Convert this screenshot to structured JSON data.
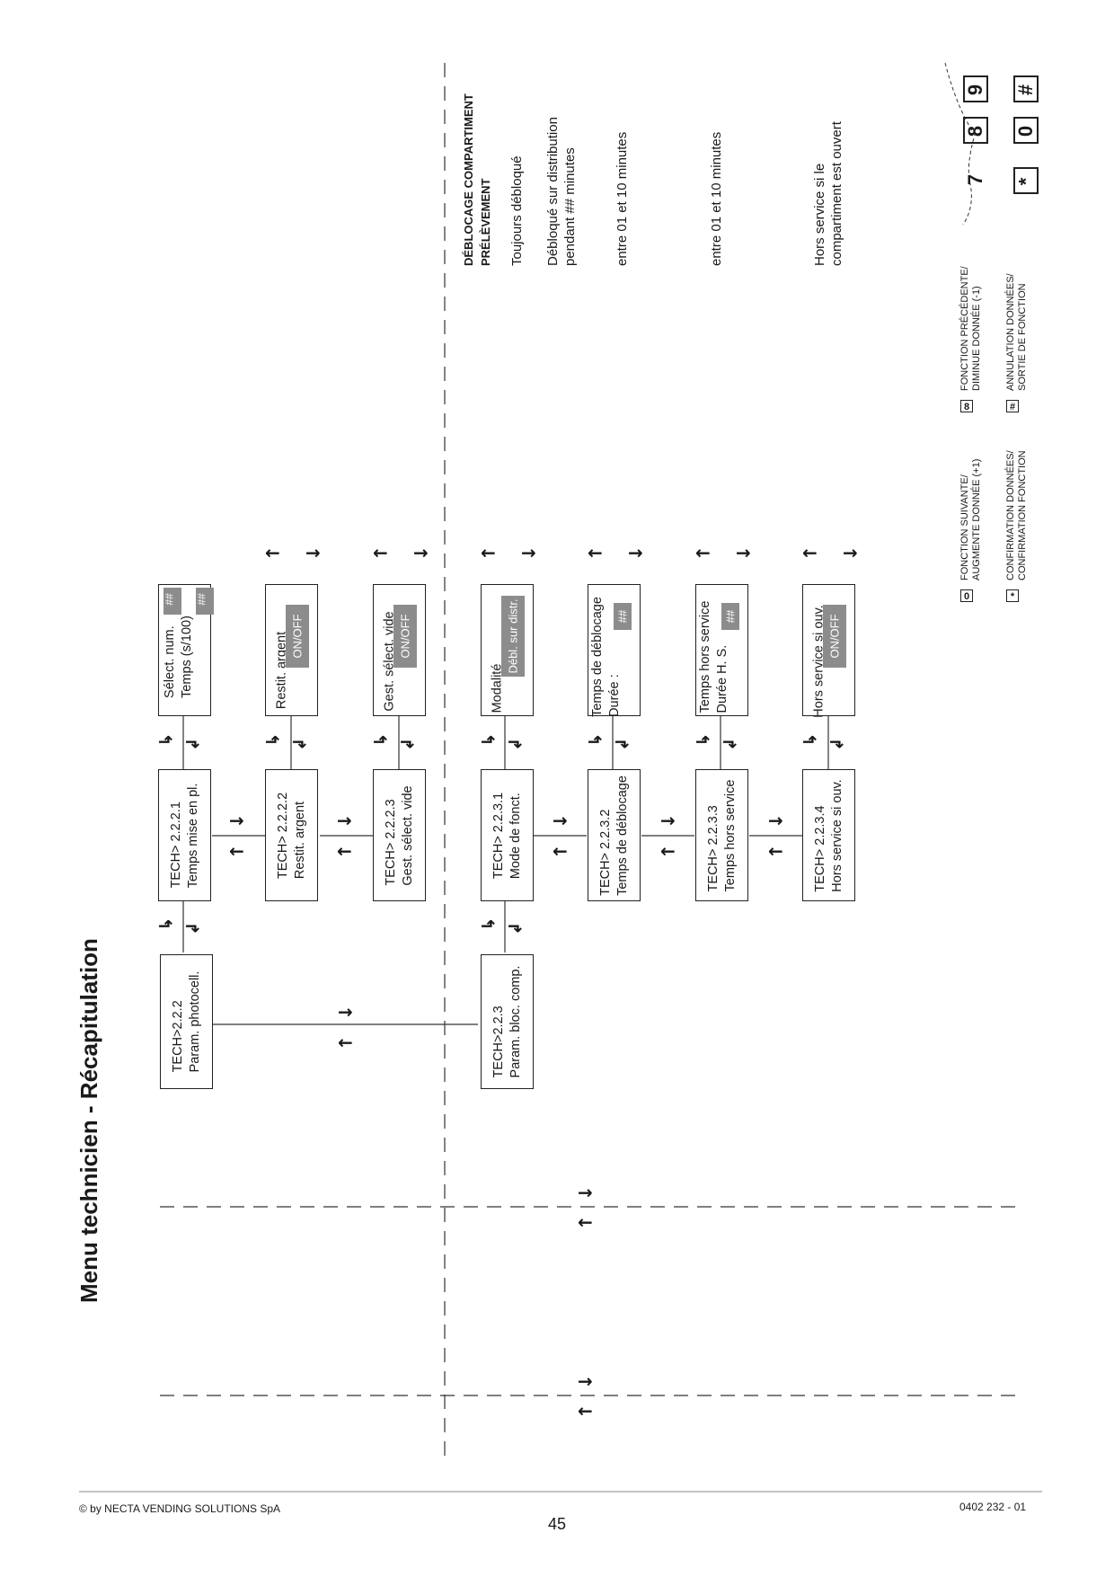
{
  "page": {
    "title": "Menu technicien - Récapitulation",
    "footer_left": "© by NECTA VENDING SOLUTIONS SpA",
    "page_number": "45",
    "footer_right": "0402 232 - 01"
  },
  "menu": {
    "photocell": {
      "code": "TECH>2.2.2",
      "label": "Param. photocell."
    },
    "bloc": {
      "code": "TECH>2.2.3",
      "label": "Param. bloc. comp."
    },
    "items": [
      {
        "code": "TECH> 2.2.2.1",
        "label": "Temps mise en pl.",
        "detail_1": "Sélect. num.",
        "detail_2": "Temps (s/100)",
        "value_1": "##",
        "value_2": "##"
      },
      {
        "code": "TECH> 2.2.2.2",
        "label": "Restit. argent",
        "detail_1": "Restit. argent",
        "value": "ON/OFF"
      },
      {
        "code": "TECH> 2.2.2.3",
        "label": "Gest. sélect. vide",
        "detail_1": "Gest. sélect. vide",
        "value": "ON/OFF"
      },
      {
        "code": "TECH> 2.2.3.1",
        "label": "Mode de fonct.",
        "detail_1": "Modalité",
        "value": "Débl. sur distr."
      },
      {
        "code": "TECH> 2.2.3.2",
        "label": "Temps de déblocage",
        "detail_1": "Temps de déblocage",
        "detail_2": "Durée :",
        "value": "##"
      },
      {
        "code": "TECH> 2.2.3.3",
        "label": "Temps hors service",
        "detail_1": "Temps hors service",
        "detail_2": "Durée H. S.",
        "value": "##"
      },
      {
        "code": "TECH> 2.2.3.4",
        "label": "Hors service si ouv.",
        "detail_1": "Hors service si ouv.",
        "value": "ON/OFF"
      }
    ]
  },
  "description": {
    "heading_1": "DÉBLOCAGE COMPARTIMENT",
    "heading_2": "PRÉLÈVEMENT",
    "line_1": "Toujours débloqué",
    "line_2a": "Débloqué sur distribution",
    "line_2b": "pendant ## minutes",
    "line_3": "entre 01 et 10 minutes",
    "line_4": "entre 01 et 10 minutes",
    "line_5a": "Hors service si le",
    "line_5b": "compartiment est ouvert"
  },
  "legend": {
    "k0": "0",
    "k0_a": "FONCTION SUIVANTE/",
    "k0_b": "AUGMENTE DONNÉE (+1)",
    "k8": "8",
    "k8_a": "FONCTION PRÉCÉDENTE/",
    "k8_b": "DIMINUE DONNÉE (-1)",
    "kstar": "*",
    "kstar_a": "CONFIRMATION DONNÉES/",
    "kstar_b": "CONFIRMATION FONCTION",
    "khash": "#",
    "khash_a": "ANNULATION DONNÉES/",
    "khash_b": "SORTIE DE FONCTION"
  },
  "keypad": {
    "k7": "7",
    "k8": "8",
    "k9": "9",
    "kstar": "*",
    "k0": "0",
    "khash": "#"
  }
}
